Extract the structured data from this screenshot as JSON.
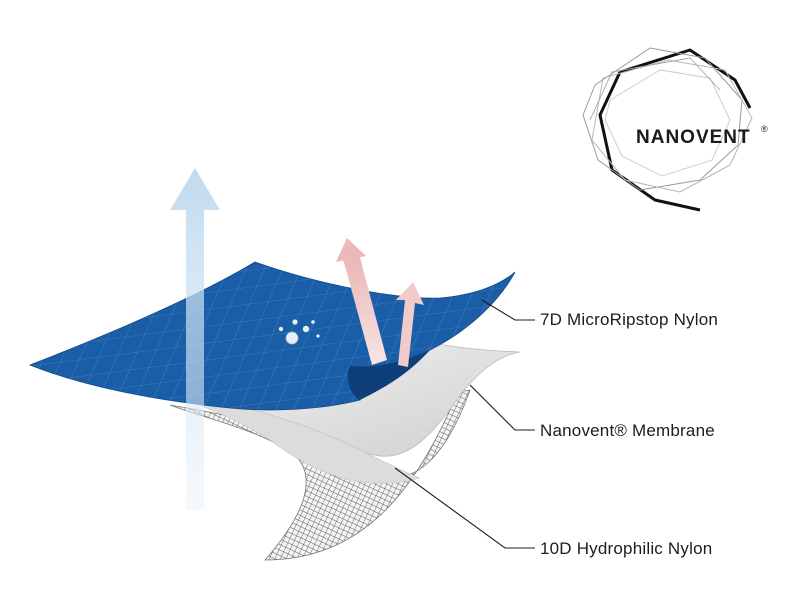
{
  "brand": {
    "name": "NANOVENT",
    "mark": "®"
  },
  "layers": [
    {
      "label": "7D MicroRipstop Nylon",
      "color": "#1a5ea8"
    },
    {
      "label": "Nanovent® Membrane",
      "color": "#d9d9d9"
    },
    {
      "label": "10D Hydrophilic Nylon",
      "color": "#8a8a8a"
    }
  ],
  "arrows": {
    "vapor_out": "light-blue-arrow-up",
    "rain_blocked": "pink-arrow-bounce",
    "breathe_out": "light-red-arrow-up"
  },
  "colors": {
    "outer_fabric": "#1a5ea8",
    "membrane": "#e6e6e6",
    "inner_fabric": "#9a9a9a",
    "vapor_arrow": "#cfe3f3",
    "rain_arrow": "#f2c9c9",
    "logo": "#1a1a1a"
  }
}
